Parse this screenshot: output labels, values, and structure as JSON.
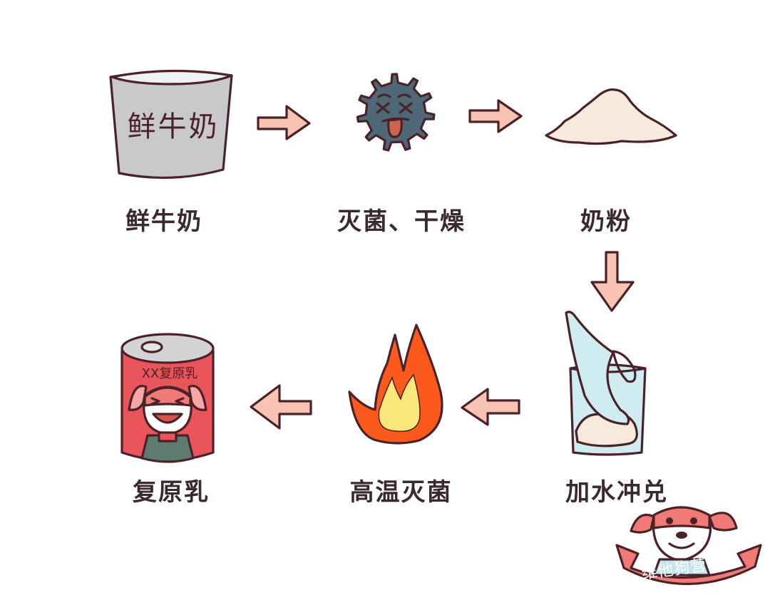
{
  "diagram": {
    "title": "",
    "steps": [
      {
        "id": "fresh-milk",
        "label": "鲜牛奶",
        "icon": "milk-bucket-icon",
        "icon_text": "鲜牛奶"
      },
      {
        "id": "sterilize-dry",
        "label": "灭菌、干燥",
        "icon": "dead-germ-icon"
      },
      {
        "id": "milk-powder",
        "label": "奶粉",
        "icon": "powder-pile-icon"
      },
      {
        "id": "add-water",
        "label": "加水冲兑",
        "icon": "water-glass-icon"
      },
      {
        "id": "high-temp-sterilize",
        "label": "高温灭菌",
        "icon": "fire-icon"
      },
      {
        "id": "reconstituted-milk",
        "label": "复原乳",
        "icon": "milk-can-icon",
        "icon_text": "XX复原乳"
      }
    ],
    "flow": [
      {
        "from": "fresh-milk",
        "to": "sterilize-dry",
        "direction": "right"
      },
      {
        "from": "sterilize-dry",
        "to": "milk-powder",
        "direction": "right"
      },
      {
        "from": "milk-powder",
        "to": "add-water",
        "direction": "down"
      },
      {
        "from": "add-water",
        "to": "high-temp-sterilize",
        "direction": "left"
      },
      {
        "from": "high-temp-sterilize",
        "to": "reconstituted-milk",
        "direction": "left"
      }
    ]
  },
  "watermark": {
    "text": "维他狗营养家",
    "icon": "dog-mascot-icon"
  },
  "colors": {
    "outline": "#4a2228",
    "arrow": "#f8c3b3",
    "bucket": "#c9c9cb",
    "germ": "#4f6878",
    "powder": "#f7e9dc",
    "water": "#cfecf0",
    "flame_outer": "#fb5a1c",
    "flame_inner": "#fbe77a",
    "can": "#e9555a",
    "label_text": "#3a2a2c"
  }
}
